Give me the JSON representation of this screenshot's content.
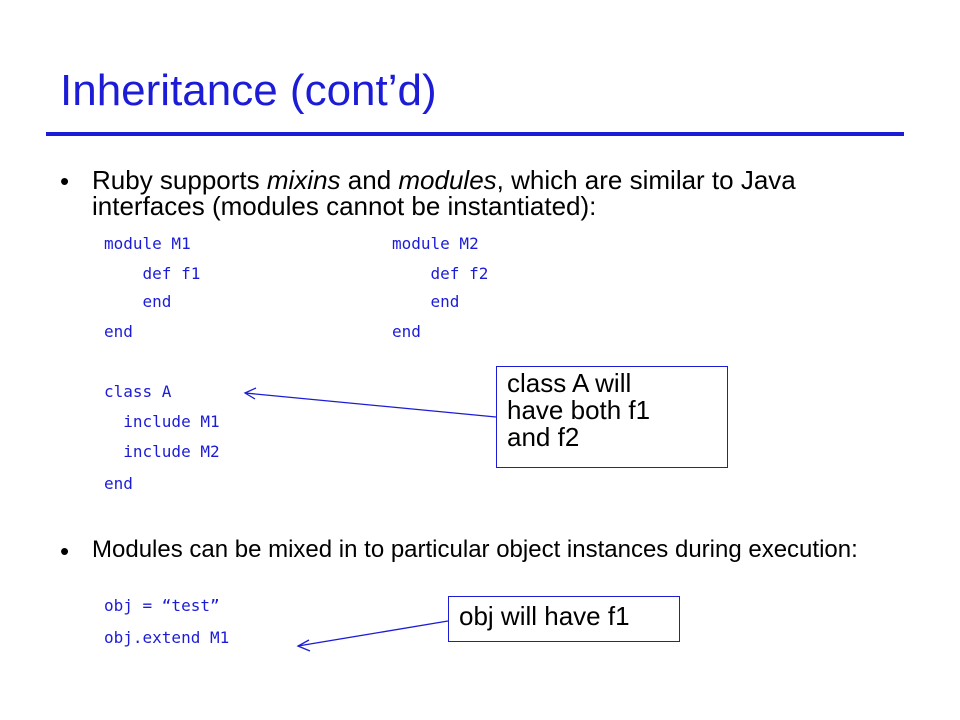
{
  "slide": {
    "title": "Inheritance (cont’d)",
    "bullets": [
      {
        "marker": "•",
        "parts": [
          "Ruby supports ",
          "mixins",
          " and ",
          "modules",
          ", which are similar to Java interfaces (modules cannot be instantiated):"
        ]
      },
      {
        "marker": "•",
        "text": "Modules can be mixed in to particular object instances during execution:"
      }
    ],
    "code_m1": [
      "module M1",
      "    def f1",
      "    end",
      "end"
    ],
    "code_m2": [
      "module M2",
      "    def f2",
      "    end",
      "end"
    ],
    "code_class": [
      "class A",
      "  include M1",
      "  include M2",
      "end"
    ],
    "code_obj": [
      "obj = “test”",
      "obj.extend M1"
    ],
    "callouts": [
      {
        "lines": [
          "class A will",
          "have both f1",
          "and f2"
        ]
      },
      {
        "text": "obj will have f1"
      }
    ],
    "colors": {
      "accent": "#1c1cd6",
      "text": "#000000",
      "background": "#ffffff"
    }
  }
}
